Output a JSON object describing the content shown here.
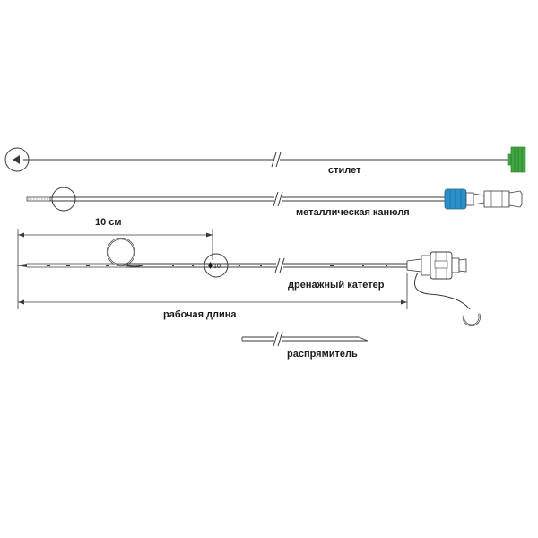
{
  "labels": {
    "stylet": "стилет",
    "cannula": "металлическая канюля",
    "drainage_catheter": "дренажный катетер",
    "working_length": "рабочая длина",
    "straightener": "распрямитель",
    "ten_cm": "10 см",
    "marker": "10"
  },
  "colors": {
    "stylet_hub": "#3fa83f",
    "cannula_hub": "#2b8fc9",
    "line": "#3a3a3a"
  }
}
